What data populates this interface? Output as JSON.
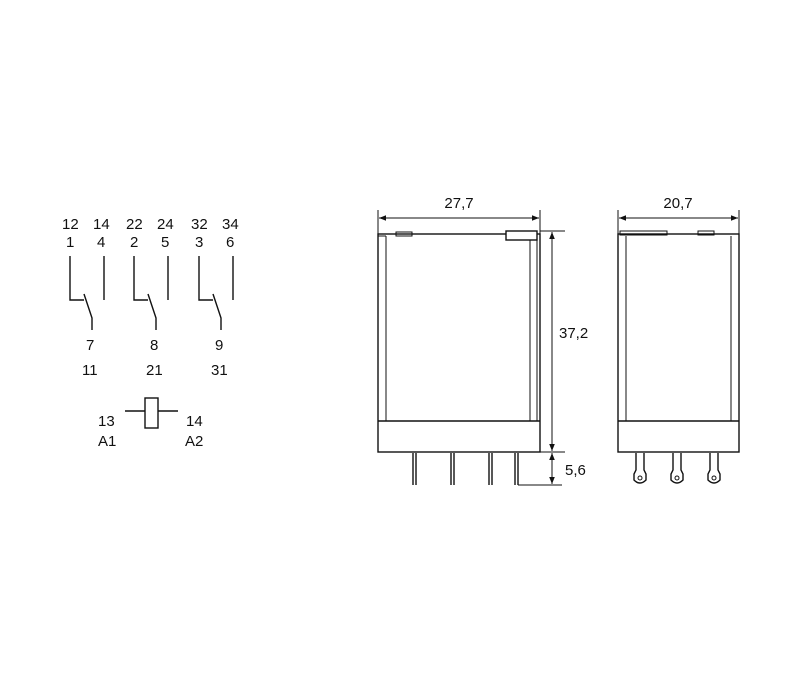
{
  "schematic": {
    "contacts": [
      {
        "top_left": "12",
        "top_right": "14",
        "mid_left": "1",
        "mid_right": "4",
        "bottom_a": "7",
        "bottom_b": "11"
      },
      {
        "top_left": "22",
        "top_right": "24",
        "mid_left": "2",
        "mid_right": "5",
        "bottom_a": "8",
        "bottom_b": "21"
      },
      {
        "top_left": "32",
        "top_right": "34",
        "mid_left": "3",
        "mid_right": "6",
        "bottom_a": "9",
        "bottom_b": "31"
      }
    ],
    "coil": {
      "left_num": "13",
      "right_num": "14",
      "left_label": "A1",
      "right_label": "A2"
    }
  },
  "dimensions": {
    "front_width": "27,7",
    "height": "37,2",
    "pin_length": "5,6",
    "side_width": "20,7"
  }
}
